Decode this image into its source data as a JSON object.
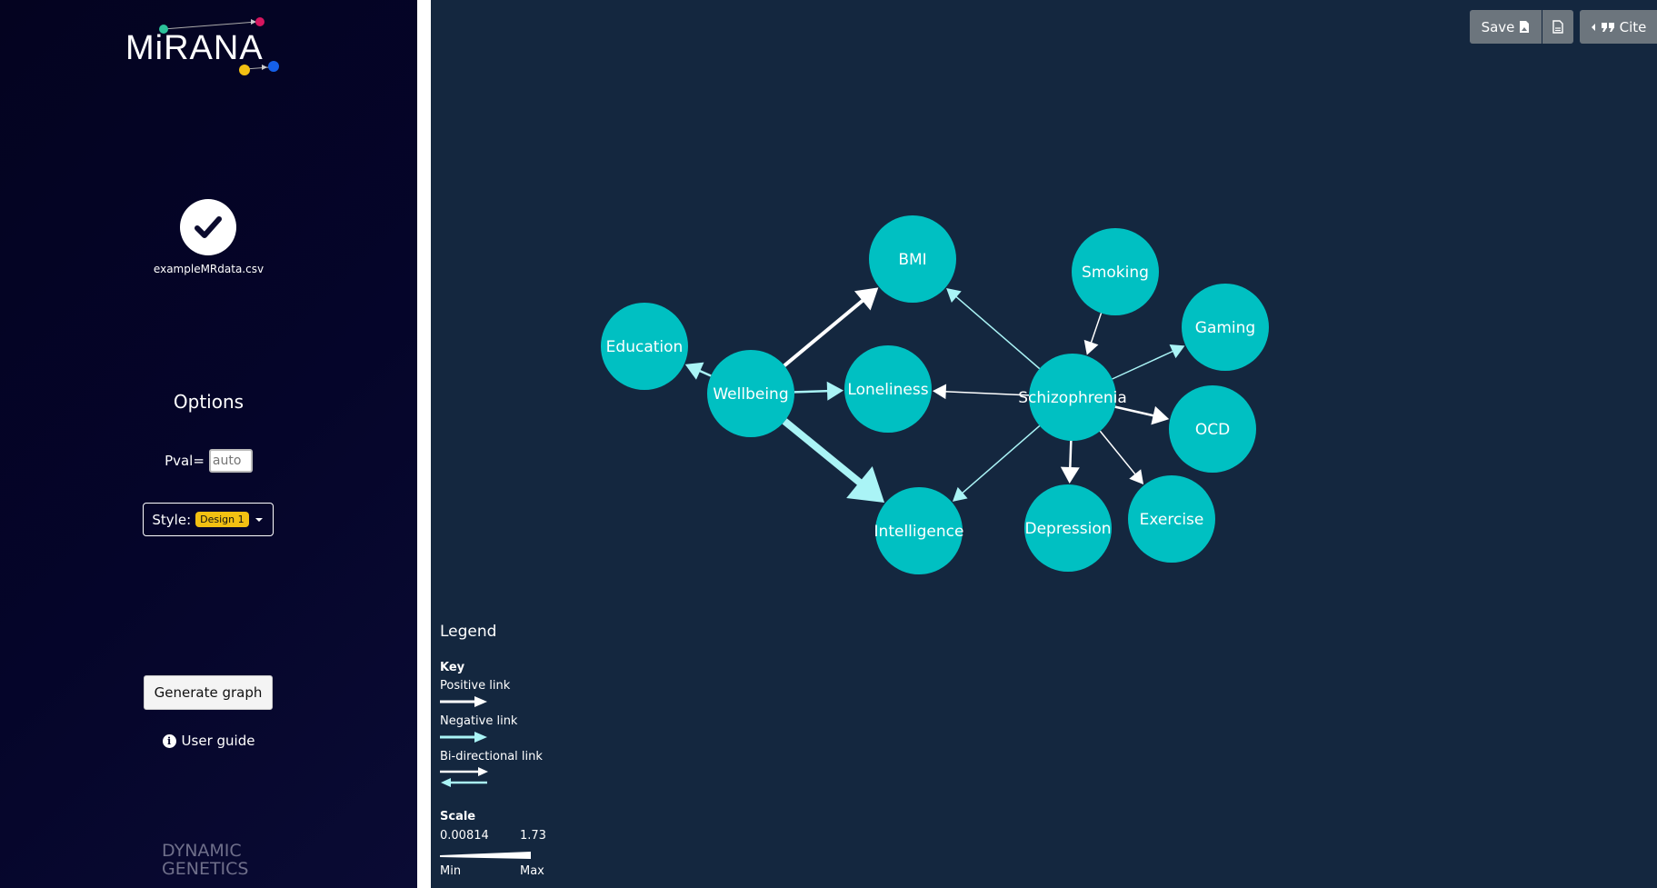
{
  "app": {
    "logo_text": "MiRANA",
    "brand_footer": [
      "DYNAMIC",
      "GENETICS"
    ]
  },
  "sidebar": {
    "upload_status_icon": "check-icon",
    "file_name": "exampleMRdata.csv",
    "options_title": "Options",
    "pval_label": "Pval=",
    "pval_placeholder": "auto",
    "style_label": "Style:",
    "style_value": "Design 1",
    "generate_label": "Generate graph",
    "user_guide_label": "User guide"
  },
  "toolbar": {
    "save_label": "Save",
    "cite_label": "Cite"
  },
  "graph": {
    "node_color": "#00c0c2",
    "positive_color": "#ffffff",
    "negative_color": "#aaf4f6",
    "nodes": [
      {
        "id": "Education",
        "label": "Education"
      },
      {
        "id": "Wellbeing",
        "label": "Wellbeing"
      },
      {
        "id": "BMI",
        "label": "BMI"
      },
      {
        "id": "Loneliness",
        "label": "Loneliness"
      },
      {
        "id": "Intelligence",
        "label": "Intelligence"
      },
      {
        "id": "Schizophrenia",
        "label": "Schizophrenia"
      },
      {
        "id": "Smoking",
        "label": "Smoking"
      },
      {
        "id": "Gaming",
        "label": "Gaming"
      },
      {
        "id": "OCD",
        "label": "OCD"
      },
      {
        "id": "Depression",
        "label": "Depression"
      },
      {
        "id": "Exercise",
        "label": "Exercise"
      }
    ],
    "edges": [
      {
        "source": "Wellbeing",
        "target": "Education",
        "sign": "negative"
      },
      {
        "source": "Wellbeing",
        "target": "BMI",
        "sign": "positive"
      },
      {
        "source": "Wellbeing",
        "target": "Loneliness",
        "sign": "negative"
      },
      {
        "source": "Wellbeing",
        "target": "Intelligence",
        "sign": "negative"
      },
      {
        "source": "Schizophrenia",
        "target": "BMI",
        "sign": "negative"
      },
      {
        "source": "Schizophrenia",
        "target": "Loneliness",
        "sign": "positive"
      },
      {
        "source": "Schizophrenia",
        "target": "Intelligence",
        "sign": "negative"
      },
      {
        "source": "Schizophrenia",
        "target": "Gaming",
        "sign": "negative"
      },
      {
        "source": "Schizophrenia",
        "target": "OCD",
        "sign": "positive"
      },
      {
        "source": "Schizophrenia",
        "target": "Depression",
        "sign": "positive"
      },
      {
        "source": "Schizophrenia",
        "target": "Exercise",
        "sign": "positive"
      },
      {
        "source": "Smoking",
        "target": "Schizophrenia",
        "sign": "positive"
      }
    ]
  },
  "legend": {
    "title": "Legend",
    "key_title": "Key",
    "positive": "Positive link",
    "negative": "Negative link",
    "bidirectional": "Bi-directional link",
    "scale_title": "Scale",
    "scale_min_value": "0.00814",
    "scale_max_value": "1.73",
    "min_label": "Min",
    "max_label": "Max"
  }
}
